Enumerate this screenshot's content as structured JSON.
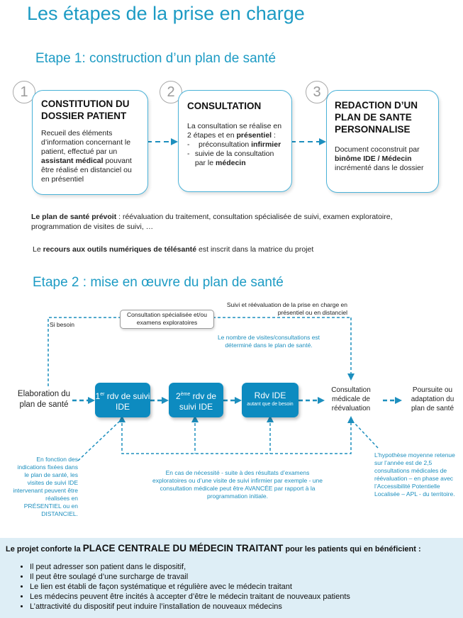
{
  "title": "Les étapes de la prise en charge",
  "etape1": {
    "heading": "Etape 1: construction d’un plan de santé",
    "cards": [
      {
        "number": "1",
        "title": "CONSTITUTION DU DOSSIER PATIENT",
        "body_pre": "Recueil des éléments d’information concernant le patient, effectué par un ",
        "body_bold": "assistant médical",
        "body_post": " pouvant être réalisé en distanciel ou en présentiel"
      },
      {
        "number": "2",
        "title": "CONSULTATION",
        "intro_pre": "La consultation se réalise en 2 étapes et en ",
        "intro_bold": "présentiel",
        "intro_post": " :",
        "item1_pre": "préconsultation ",
        "item1_bold": "infirmier",
        "item2_pre": "suivie de la consultation par le ",
        "item2_bold": "médecin"
      },
      {
        "number": "3",
        "title": "REDACTION D’UN PLAN DE SANTE PERSONNALISE",
        "body_pre": "Document coconstruit par ",
        "body_bold": "binôme IDE / Médecin",
        "body_post": " incrémenté dans le dossier"
      }
    ],
    "plan_bold": "Le plan de santé prévoit",
    "plan_text": " :  réévaluation du traitement, consultation spécialisée de suivi, examen exploratoire, programmation de visites de suivi, …",
    "recours_pre": "Le ",
    "recours_bold": "recours aux outils numériques de télésanté",
    "recours_post": " est inscrit dans la matrice du projet"
  },
  "etape2": {
    "heading": "Etape 2 : mise en œuvre du plan de santé",
    "consult_specialisee": "Consultation spécialisée et/ou examens exploratoires",
    "si_besoin": "Si besoin",
    "suivi_reevaluation": "Suivi et réévaluation de la prise en charge en présentiel ou en distanciel",
    "nombre_visites": "Le nombre de visites/consultations est déterminé dans le plan de santé.",
    "elaboration": "Elaboration du plan de santé",
    "rdv1_pre": "1",
    "rdv1_sup": "er",
    "rdv1_post": " rdv de suivi IDE",
    "rdv2_pre": "2",
    "rdv2_sup": "ème",
    "rdv2_post": " rdv de suivi IDE",
    "rdv3_main": "Rdv IDE",
    "rdv3_sub": "autant que de besoin",
    "consultation_medicale": "Consultation médicale de réévaluation",
    "poursuite": "Poursuite ou adaptation du plan de santé",
    "note_left": "En fonction des indications fixées dans le plan de santé, les visites de suivi IDE intervenant peuvent être réalisées en PRÉSENTIEL ou en DISTANCIEL.",
    "note_center": "En cas de nécessité - suite à des résultats d’examens exploratoires ou d’une visite de suivi infirmier par exemple - une consultation médicale peut être AVANCÉE par rapport à la programmation initiale.",
    "note_right": "L’hypothèse moyenne retenue sur l’année est de 2,5 consultations médicales de réévaluation – en phase avec l’Accessibilité Potentielle Localisée – APL - du territoire."
  },
  "bottom": {
    "intro_pre": "Le projet conforte la ",
    "intro_big": "PLACE CENTRALE DU MÉDECIN TRAITANT",
    "intro_post": " pour les patients qui en bénéficient :",
    "bullets": [
      "Il peut adresser son patient dans le dispositif,",
      "Il peut être soulagé d’une surcharge de travail",
      "Le lien est établi de façon systématique et régulière avec le médecin traitant",
      "Les médecins peuvent être incités à accepter d’être le médecin traitant de nouveaux patients",
      "L’attractivité du dispositif peut induire l’installation de nouveaux médecins"
    ]
  },
  "colors": {
    "accent": "#1d9bc4",
    "box": "#0d8bc0",
    "bottom_bg": "#deeef6"
  }
}
